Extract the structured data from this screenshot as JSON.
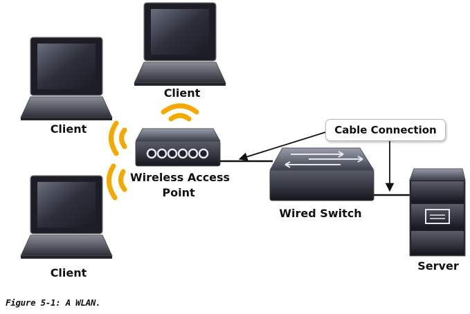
{
  "labels": {
    "client_top": "Client",
    "client_left": "Client",
    "client_bottom": "Client",
    "access_point_line1": "Wireless Access",
    "access_point_line2": "Point",
    "switch": "Wired Switch",
    "server": "Server",
    "callout": "Cable Connection"
  },
  "caption": "Figure 5-1: A WLAN.",
  "colors": {
    "signal": "#f5a800",
    "device_dark": "#1e1f2a",
    "screen": "#3a3d4a",
    "cable": "#111111"
  },
  "icons": [
    "laptop-icon",
    "wireless-access-point-icon",
    "network-switch-icon",
    "server-icon",
    "wifi-signal-icon"
  ]
}
